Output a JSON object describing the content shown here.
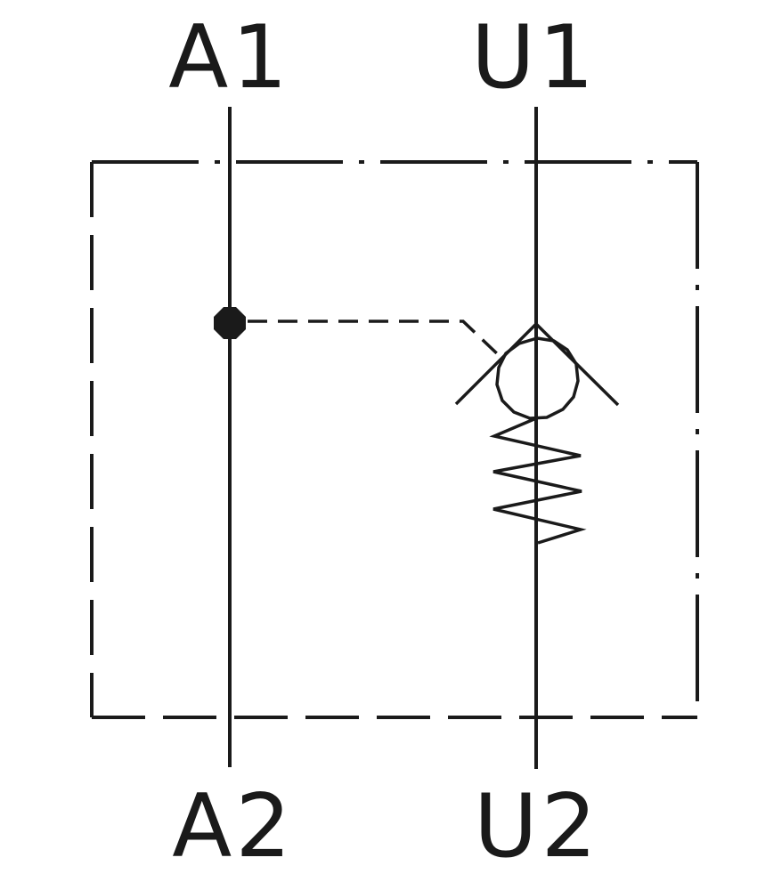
{
  "ports": {
    "a1": "A1",
    "u1": "U1",
    "a2": "A2",
    "u2": "U2"
  },
  "colors": {
    "line": "#1a1a1a",
    "background": "#ffffff"
  },
  "icons": {
    "junction": "junction-dot-icon",
    "check_valve": "check-valve-ball-icon",
    "spring": "spring-icon"
  }
}
